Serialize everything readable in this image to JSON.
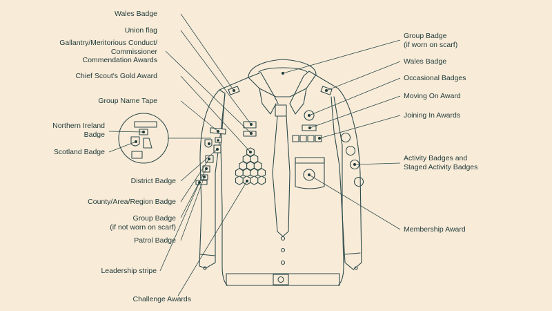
{
  "colors": {
    "background": "#f8ebd8",
    "ink": "#1f3a3a"
  },
  "labels_left": {
    "wales_badge": "Wales Badge",
    "union_flag": "Union flag",
    "gallantry_l1": "Gallantry/Meritorious Conduct/",
    "gallantry_l2": "Commissioner",
    "gallantry_l3": "Commendation Awards",
    "chief_scout": "Chief Scout's Gold Award",
    "group_name_tape": "Group Name Tape",
    "northern_ireland_l1": "Northern Ireland",
    "northern_ireland_l2": "Badge",
    "scotland_badge": "Scotland Badge",
    "district_badge": "District Badge",
    "county_badge": "County/Area/Region Badge",
    "group_badge_l1": "Group Badge",
    "group_badge_l2": "(if not worn on scarf)",
    "patrol_badge": "Patrol Badge",
    "leadership_stripe": "Leadership stripe",
    "challenge_awards": "Challenge Awards"
  },
  "labels_right": {
    "group_badge_scarf_l1": "Group Badge",
    "group_badge_scarf_l2": "(if worn on scarf)",
    "wales_badge": "Wales Badge",
    "occasional_badges": "Occasional Badges",
    "moving_on_award": "Moving On Award",
    "joining_in_awards": "Joining In Awards",
    "activity_badges_l1": "Activity Badges and",
    "activity_badges_l2": "Staged Activity Badges",
    "membership_award": "Membership Award"
  }
}
